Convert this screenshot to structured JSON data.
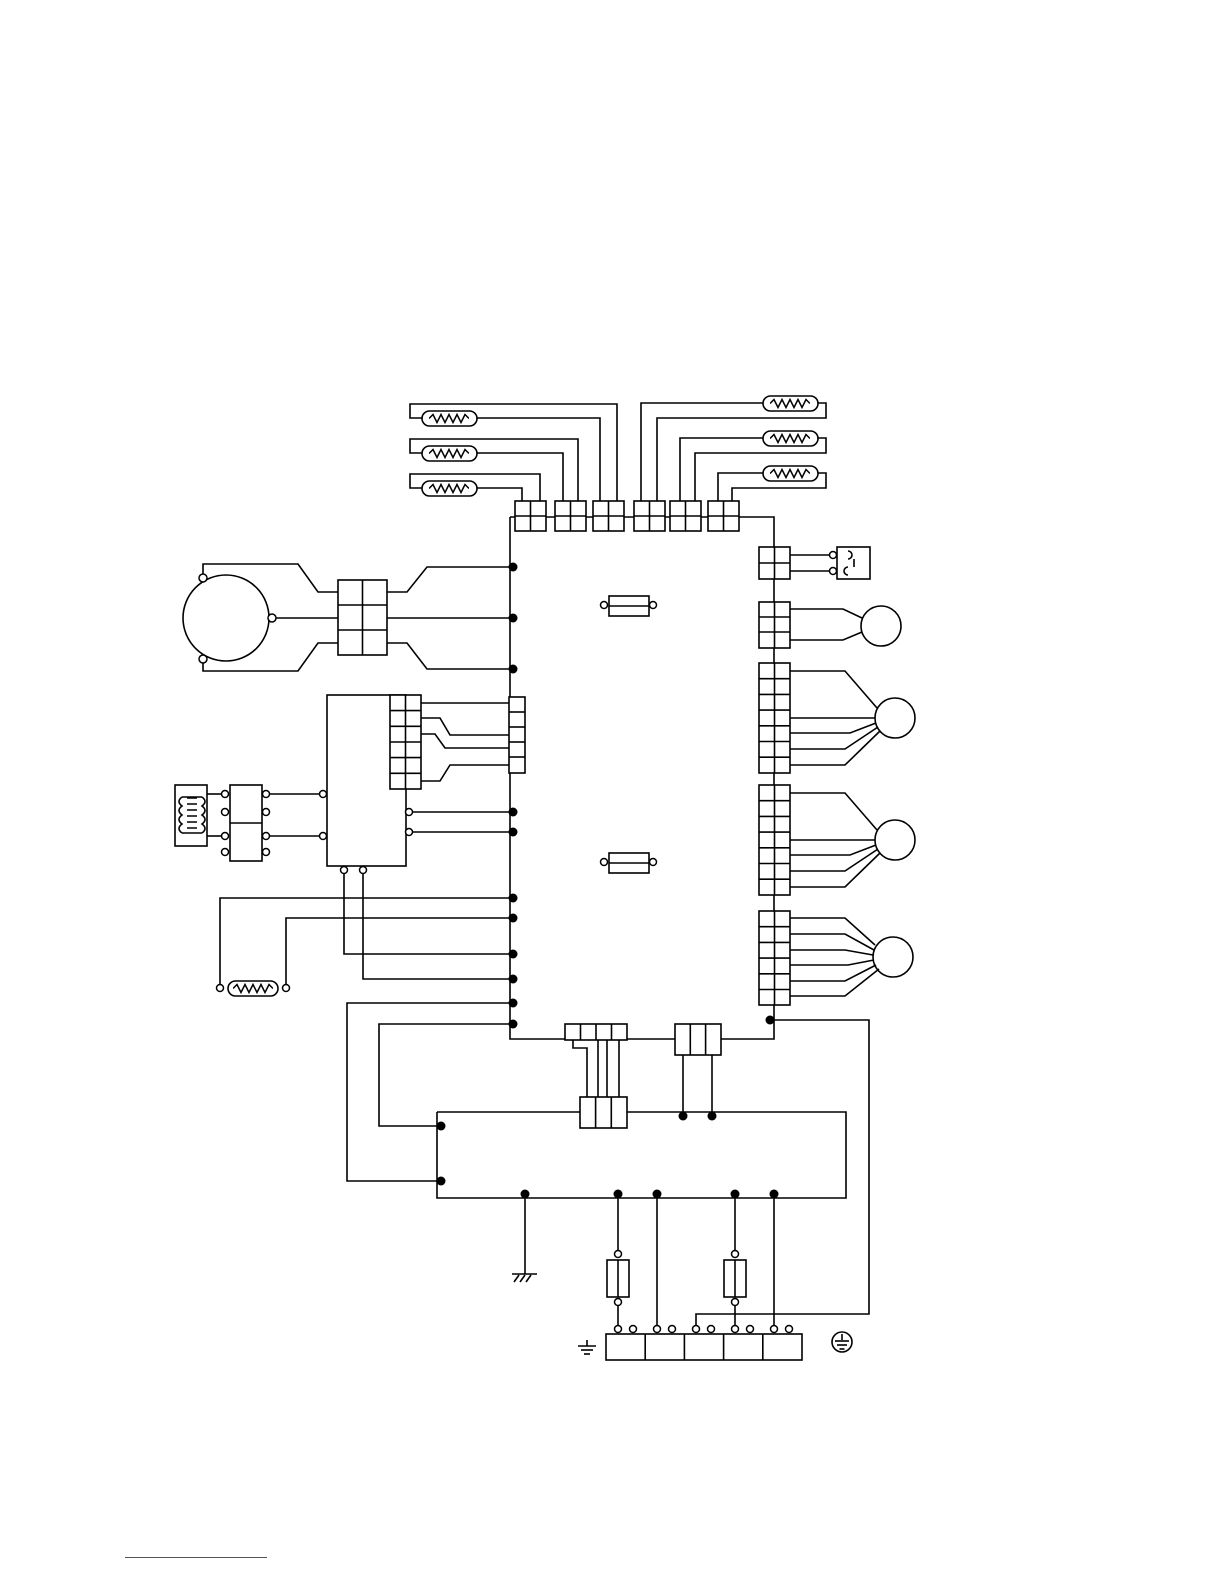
{
  "page": {
    "background": "#ffffff",
    "line_color": "#000000",
    "footer_rule_color": "#2b4fd8"
  },
  "diagram": {
    "type": "wiring-diagram",
    "components": [
      "main-control-board",
      "thermistor-sensor",
      "fuse",
      "compressor-motor",
      "stepping-motor",
      "fan-motor",
      "transformer",
      "reactor-coil",
      "relay-module",
      "power-board",
      "terminal-block",
      "ground-symbol",
      "earth-symbol"
    ]
  }
}
